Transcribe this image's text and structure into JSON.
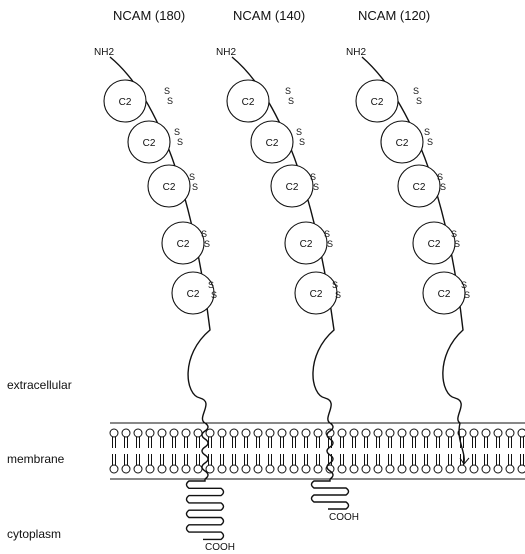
{
  "proteins": [
    {
      "title": "NCAM (180)",
      "n_terminus": "NH2",
      "domains": [
        "C2",
        "C2",
        "C2",
        "C2",
        "C2"
      ],
      "disulfide": "S",
      "tail": "long cytoplasmic",
      "c_terminus": "COOH"
    },
    {
      "title": "NCAM (140)",
      "n_terminus": "NH2",
      "domains": [
        "C2",
        "C2",
        "C2",
        "C2",
        "C2"
      ],
      "disulfide": "S",
      "tail": "short cytoplasmic",
      "c_terminus": "COOH"
    },
    {
      "title": "NCAM (120)",
      "n_terminus": "NH2",
      "domains": [
        "C2",
        "C2",
        "C2",
        "C2",
        "C2"
      ],
      "disulfide": "S",
      "tail": "GPI anchor",
      "c_terminus": ""
    }
  ],
  "regions": {
    "extracellular": "extracellular",
    "membrane": "membrane",
    "cytoplasm": "cytoplasm"
  },
  "colors": {
    "ink": "#111111",
    "background": "#ffffff"
  }
}
